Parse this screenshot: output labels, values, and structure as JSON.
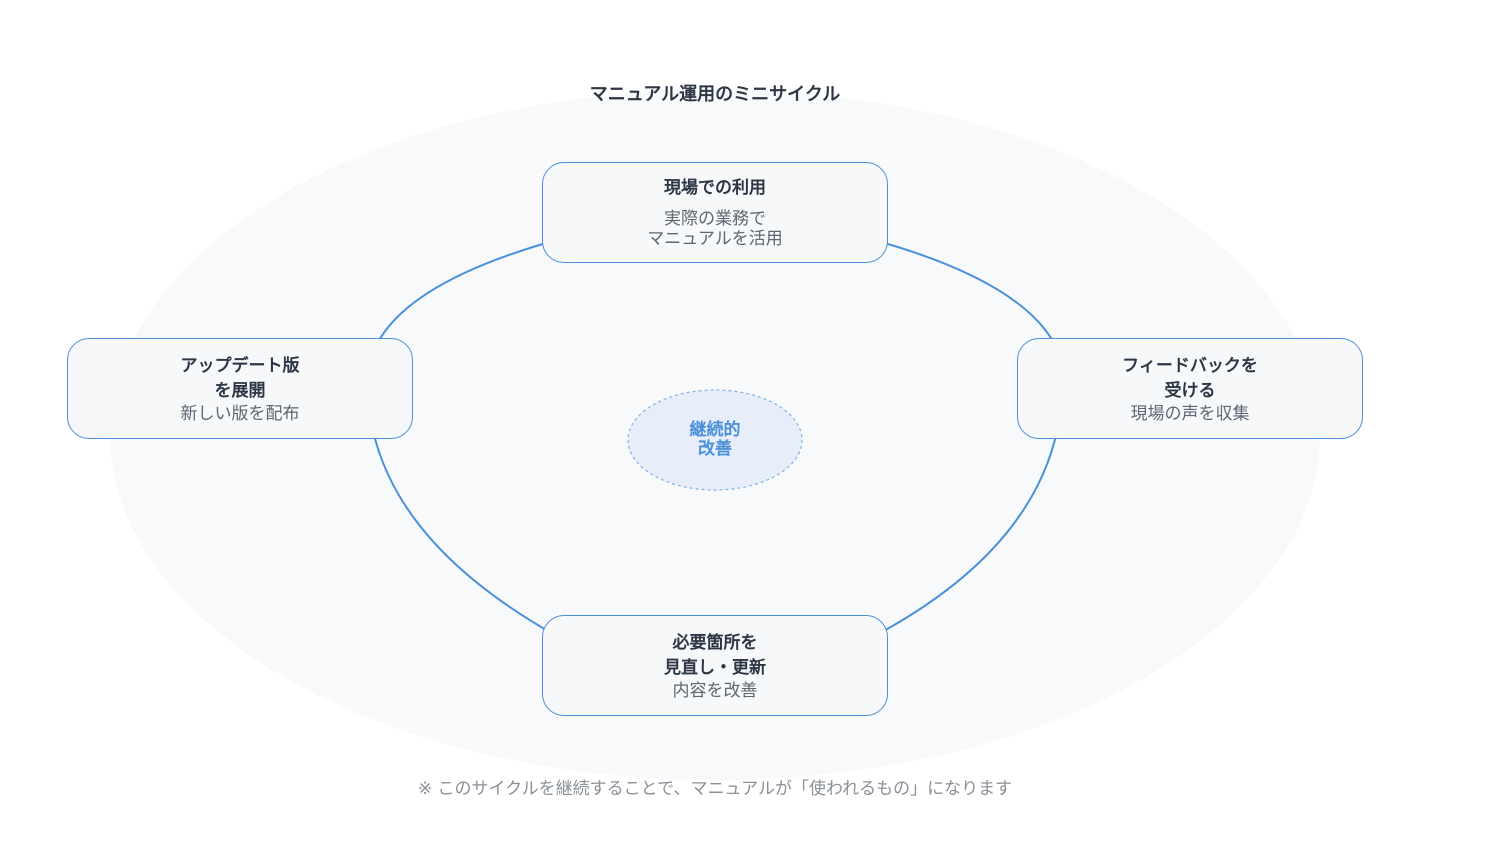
{
  "title": "マニュアル運用のミニサイクル",
  "steps": [
    {
      "title": "現場での利用",
      "desc": "実際の業務で\nマニュアルを活用"
    },
    {
      "title": "フィードバックを\n受ける",
      "desc": "現場の声を収集"
    },
    {
      "title": "必要箇所を\n見直し・更新",
      "desc": "内容を改善"
    },
    {
      "title": "アップデート版\nを展開",
      "desc": "新しい版を配布"
    }
  ],
  "center": "継続的\n改善",
  "footnote": "※ このサイクルを継続することで、マニュアルが「使われるもの」になります",
  "colors": {
    "accent": "#4a90d9",
    "background_ellipse": "#f8f9fb",
    "node_fill": "#f7f8fa",
    "center_fill": "#e7eefa",
    "text_dark": "#2c3645",
    "text_muted": "#5d6672",
    "footnote_text": "#8a9099"
  }
}
